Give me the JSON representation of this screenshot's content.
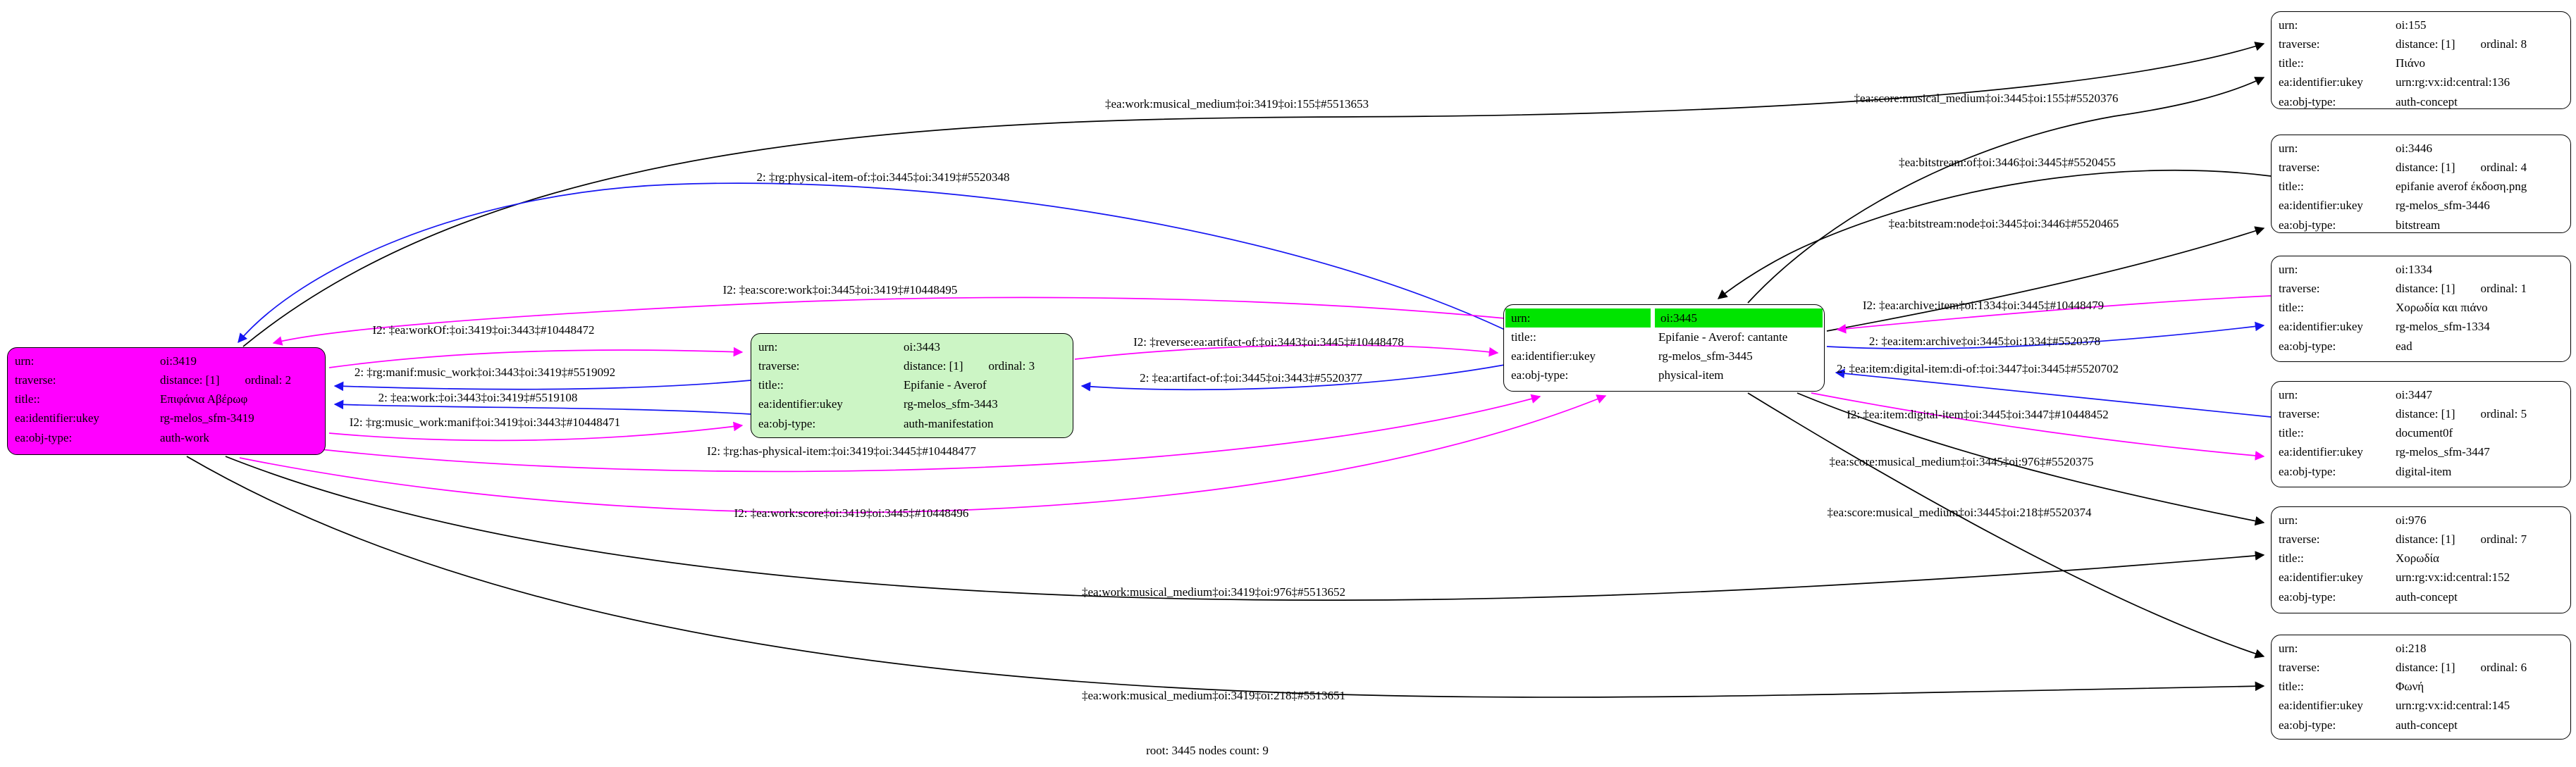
{
  "footer": "root: 3445 nodes count: 9",
  "colors": {
    "black": "#000000",
    "blue": "#1616f2",
    "magenta": "#ff00ff",
    "nodeMagenta": "#ff00ff",
    "nodeGreen": "#ccf5c5",
    "hl": "#00e400"
  },
  "nodes": [
    {
      "id": "oi:3419",
      "hl": false,
      "rows": [
        {
          "key": "urn:",
          "val": "oi:3419"
        },
        {
          "key": "traverse:",
          "val": "distance: [1]",
          "val2": "ordinal: 2"
        },
        {
          "key": "title::",
          "val": "Επιφάνια Αβέρωφ"
        },
        {
          "key": "ea:identifier:ukey",
          "val": "rg-melos_sfm-3419"
        },
        {
          "key": "ea:obj-type:",
          "val": "auth-work"
        }
      ]
    },
    {
      "id": "oi:3443",
      "hl": false,
      "rows": [
        {
          "key": "urn:",
          "val": "oi:3443"
        },
        {
          "key": "traverse:",
          "val": "distance: [1]",
          "val2": "ordinal: 3"
        },
        {
          "key": "title::",
          "val": "Epifanie - Averof"
        },
        {
          "key": "ea:identifier:ukey",
          "val": "rg-melos_sfm-3443"
        },
        {
          "key": "ea:obj-type:",
          "val": "auth-manifestation"
        }
      ]
    },
    {
      "id": "oi:3445",
      "hl": true,
      "rows": [
        {
          "key": "urn:",
          "val": "oi:3445"
        },
        {
          "key": "title::",
          "val": "Epifanie - Averof: cantante"
        },
        {
          "key": "ea:identifier:ukey",
          "val": "rg-melos_sfm-3445"
        },
        {
          "key": "ea:obj-type:",
          "val": "physical-item"
        }
      ]
    },
    {
      "id": "oi:155",
      "hl": false,
      "rows": [
        {
          "key": "urn:",
          "val": "oi:155"
        },
        {
          "key": "traverse:",
          "val": "distance: [1]",
          "val2": "ordinal: 8"
        },
        {
          "key": "title::",
          "val": "Πιάνο"
        },
        {
          "key": "ea:identifier:ukey",
          "val": "urn:rg:vx:id:central:136"
        },
        {
          "key": "ea:obj-type:",
          "val": "auth-concept"
        }
      ]
    },
    {
      "id": "oi:3446",
      "hl": false,
      "rows": [
        {
          "key": "urn:",
          "val": "oi:3446"
        },
        {
          "key": "traverse:",
          "val": "distance: [1]",
          "val2": "ordinal: 4"
        },
        {
          "key": "title::",
          "val": "epifanie averof έκδοση.png"
        },
        {
          "key": "ea:identifier:ukey",
          "val": "rg-melos_sfm-3446"
        },
        {
          "key": "ea:obj-type:",
          "val": "bitstream"
        }
      ]
    },
    {
      "id": "oi:1334",
      "hl": false,
      "rows": [
        {
          "key": "urn:",
          "val": "oi:1334"
        },
        {
          "key": "traverse:",
          "val": "distance: [1]",
          "val2": "ordinal: 1"
        },
        {
          "key": "title::",
          "val": "Χορωδία και πιάνο"
        },
        {
          "key": "ea:identifier:ukey",
          "val": "rg-melos_sfm-1334"
        },
        {
          "key": "ea:obj-type:",
          "val": "ead"
        }
      ]
    },
    {
      "id": "oi:3447",
      "hl": false,
      "rows": [
        {
          "key": "urn:",
          "val": "oi:3447"
        },
        {
          "key": "traverse:",
          "val": "distance: [1]",
          "val2": "ordinal: 5"
        },
        {
          "key": "title::",
          "val": "document0f"
        },
        {
          "key": "ea:identifier:ukey",
          "val": "rg-melos_sfm-3447"
        },
        {
          "key": "ea:obj-type:",
          "val": "digital-item"
        }
      ]
    },
    {
      "id": "oi:976",
      "hl": false,
      "rows": [
        {
          "key": "urn:",
          "val": "oi:976"
        },
        {
          "key": "traverse:",
          "val": "distance: [1]",
          "val2": "ordinal: 7"
        },
        {
          "key": "title::",
          "val": "Χορωδία"
        },
        {
          "key": "ea:identifier:ukey",
          "val": "urn:rg:vx:id:central:152"
        },
        {
          "key": "ea:obj-type:",
          "val": "auth-concept"
        }
      ]
    },
    {
      "id": "oi:218",
      "hl": false,
      "rows": [
        {
          "key": "urn:",
          "val": "oi:218"
        },
        {
          "key": "traverse:",
          "val": "distance: [1]",
          "val2": "ordinal: 6"
        },
        {
          "key": "title::",
          "val": "Φωνή"
        },
        {
          "key": "ea:identifier:ukey",
          "val": "urn:rg:vx:id:central:145"
        },
        {
          "key": "ea:obj-type:",
          "val": "auth-concept"
        }
      ]
    }
  ],
  "edges": [
    {
      "label": "‡ea:work:musical_medium‡oi:3419‡oi:155‡#5513653",
      "color": "black"
    },
    {
      "label": "‡ea:score:musical_medium‡oi:3445‡oi:155‡#5520376",
      "color": "black"
    },
    {
      "label": "‡ea:bitstream:of‡oi:3446‡oi:3445‡#5520455",
      "color": "black"
    },
    {
      "label": "‡ea:bitstream:node‡oi:3445‡oi:3446‡#5520465",
      "color": "black"
    },
    {
      "label": "‡ea:score:musical_medium‡oi:3445‡oi:976‡#5520375",
      "color": "black"
    },
    {
      "label": "‡ea:score:musical_medium‡oi:3445‡oi:218‡#5520374",
      "color": "black"
    },
    {
      "label": "‡ea:work:musical_medium‡oi:3419‡oi:976‡#5513652",
      "color": "black"
    },
    {
      "label": "‡ea:work:musical_medium‡oi:3419‡oi:218‡#5513651",
      "color": "black"
    },
    {
      "label": "2: ‡rg:physical-item-of:‡oi:3445‡oi:3419‡#5520348",
      "color": "blue"
    },
    {
      "label": "2: ‡rg:manif:music_work‡oi:3443‡oi:3419‡#5519092",
      "color": "blue"
    },
    {
      "label": "2: ‡ea:work:‡oi:3443‡oi:3419‡#5519108",
      "color": "blue"
    },
    {
      "label": "2: ‡ea:artifact-of:‡oi:3445‡oi:3443‡#5520377",
      "color": "blue"
    },
    {
      "label": "2: ‡ea:item:archive‡oi:3445‡oi:1334‡#5520378",
      "color": "blue"
    },
    {
      "label": "2: ‡ea:item:digital-item:di-of:‡oi:3447‡oi:3445‡#5520702",
      "color": "blue"
    },
    {
      "label": "I2: ‡ea:score:work‡oi:3445‡oi:3419‡#10448495",
      "color": "magenta"
    },
    {
      "label": "I2: ‡ea:workOf:‡oi:3419‡oi:3443‡#10448472",
      "color": "magenta"
    },
    {
      "label": "I2: ‡rg:music_work:manif‡oi:3419‡oi:3443‡#10448471",
      "color": "magenta"
    },
    {
      "label": "I2: ‡rg:has-physical-item:‡oi:3419‡oi:3445‡#10448477",
      "color": "magenta"
    },
    {
      "label": "I2: ‡ea:work:score‡oi:3419‡oi:3445‡#10448496",
      "color": "magenta"
    },
    {
      "label": "I2: ‡reverse:ea:artifact-of:‡oi:3443‡oi:3445‡#10448478",
      "color": "magenta"
    },
    {
      "label": "I2: ‡ea:archive:item‡oi:1334‡oi:3445‡#10448479",
      "color": "magenta"
    },
    {
      "label": "I2: ‡ea:item:digital-item‡oi:3445‡oi:3447‡#10448452",
      "color": "magenta"
    }
  ]
}
